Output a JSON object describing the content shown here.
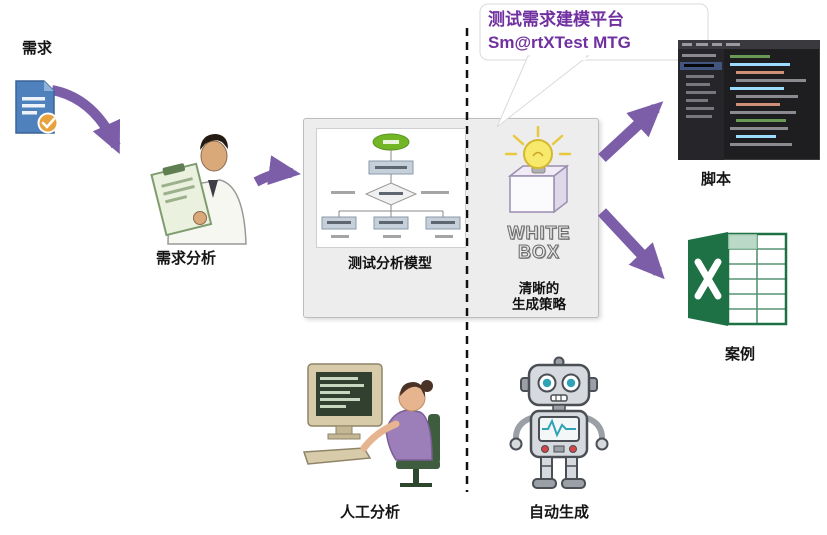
{
  "platform": {
    "title": "测试需求建模平台",
    "subtitle": "Sm@rtXTest MTG"
  },
  "left_flow": {
    "requirement_label": "需求",
    "requirement_analysis_label": "需求分析"
  },
  "center_box": {
    "model_label": "测试分析模型",
    "white_box": {
      "line1": "WHITE",
      "line2": "BOX"
    },
    "strategy": {
      "line1": "清晰的",
      "line2": "生成策略"
    }
  },
  "outputs": {
    "script_label": "脚本",
    "case_label": "案例"
  },
  "bottom": {
    "manual_label": "人工分析",
    "auto_label": "自动生成"
  },
  "colors": {
    "arrow_purple": "#7B5EA7",
    "title_purple": "#7030A0",
    "box_gray": "#EDEDED",
    "excel_green": "#1E7145",
    "doc_blue": "#4F81BD",
    "badge_orange": "#E8A23D",
    "robot_teal": "#2FA3B5"
  }
}
